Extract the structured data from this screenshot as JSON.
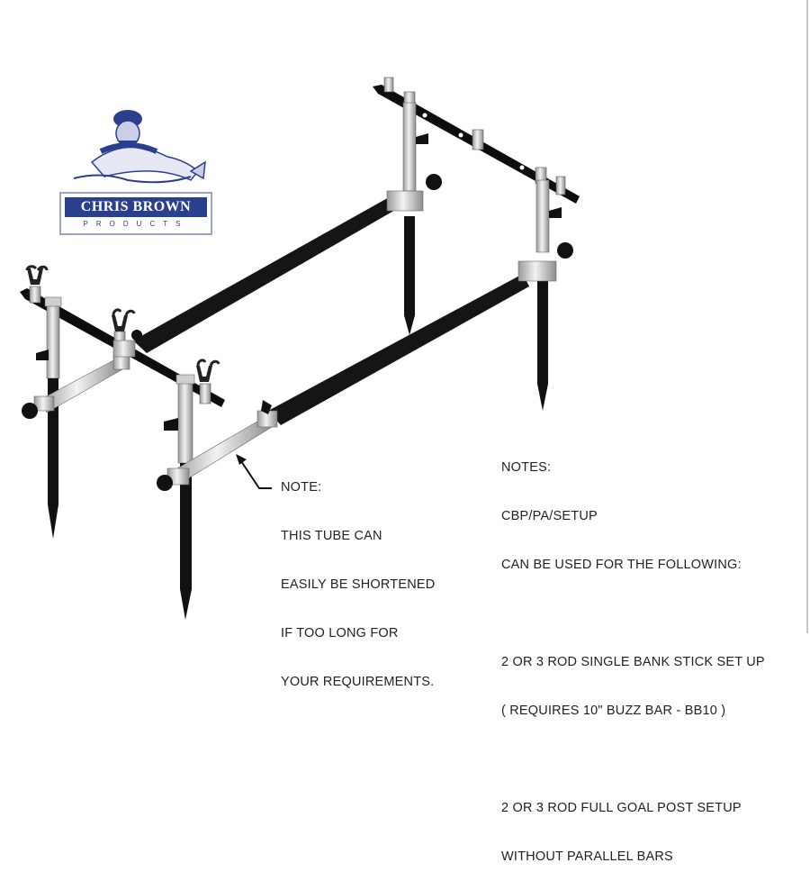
{
  "logo": {
    "name": "CHRIS BROWN",
    "subtitle": "PRODUCTS",
    "brand_color": "#2b3f8f"
  },
  "tube_note": {
    "lines": [
      "NOTE:",
      "THIS TUBE CAN",
      "EASILY BE SHORTENED",
      "IF TOO LONG FOR",
      "YOUR REQUIREMENTS."
    ]
  },
  "notes": {
    "heading": "NOTES:",
    "code": "CBP/PA/SETUP",
    "intro": "CAN BE USED FOR THE FOLLOWING:",
    "option1_line1": "2 OR 3 ROD SINGLE BANK STICK SET UP",
    "option1_line2": "( REQUIRES 10\" BUZZ BAR - BB10 )",
    "option2_line1": "2 OR 3 ROD FULL GOAL POST SETUP",
    "option2_line2": "WITHOUT PARALLEL BARS"
  },
  "colors": {
    "metal_dark": "#111111",
    "metal_silver": "#d9d9d9",
    "text": "#222222"
  }
}
